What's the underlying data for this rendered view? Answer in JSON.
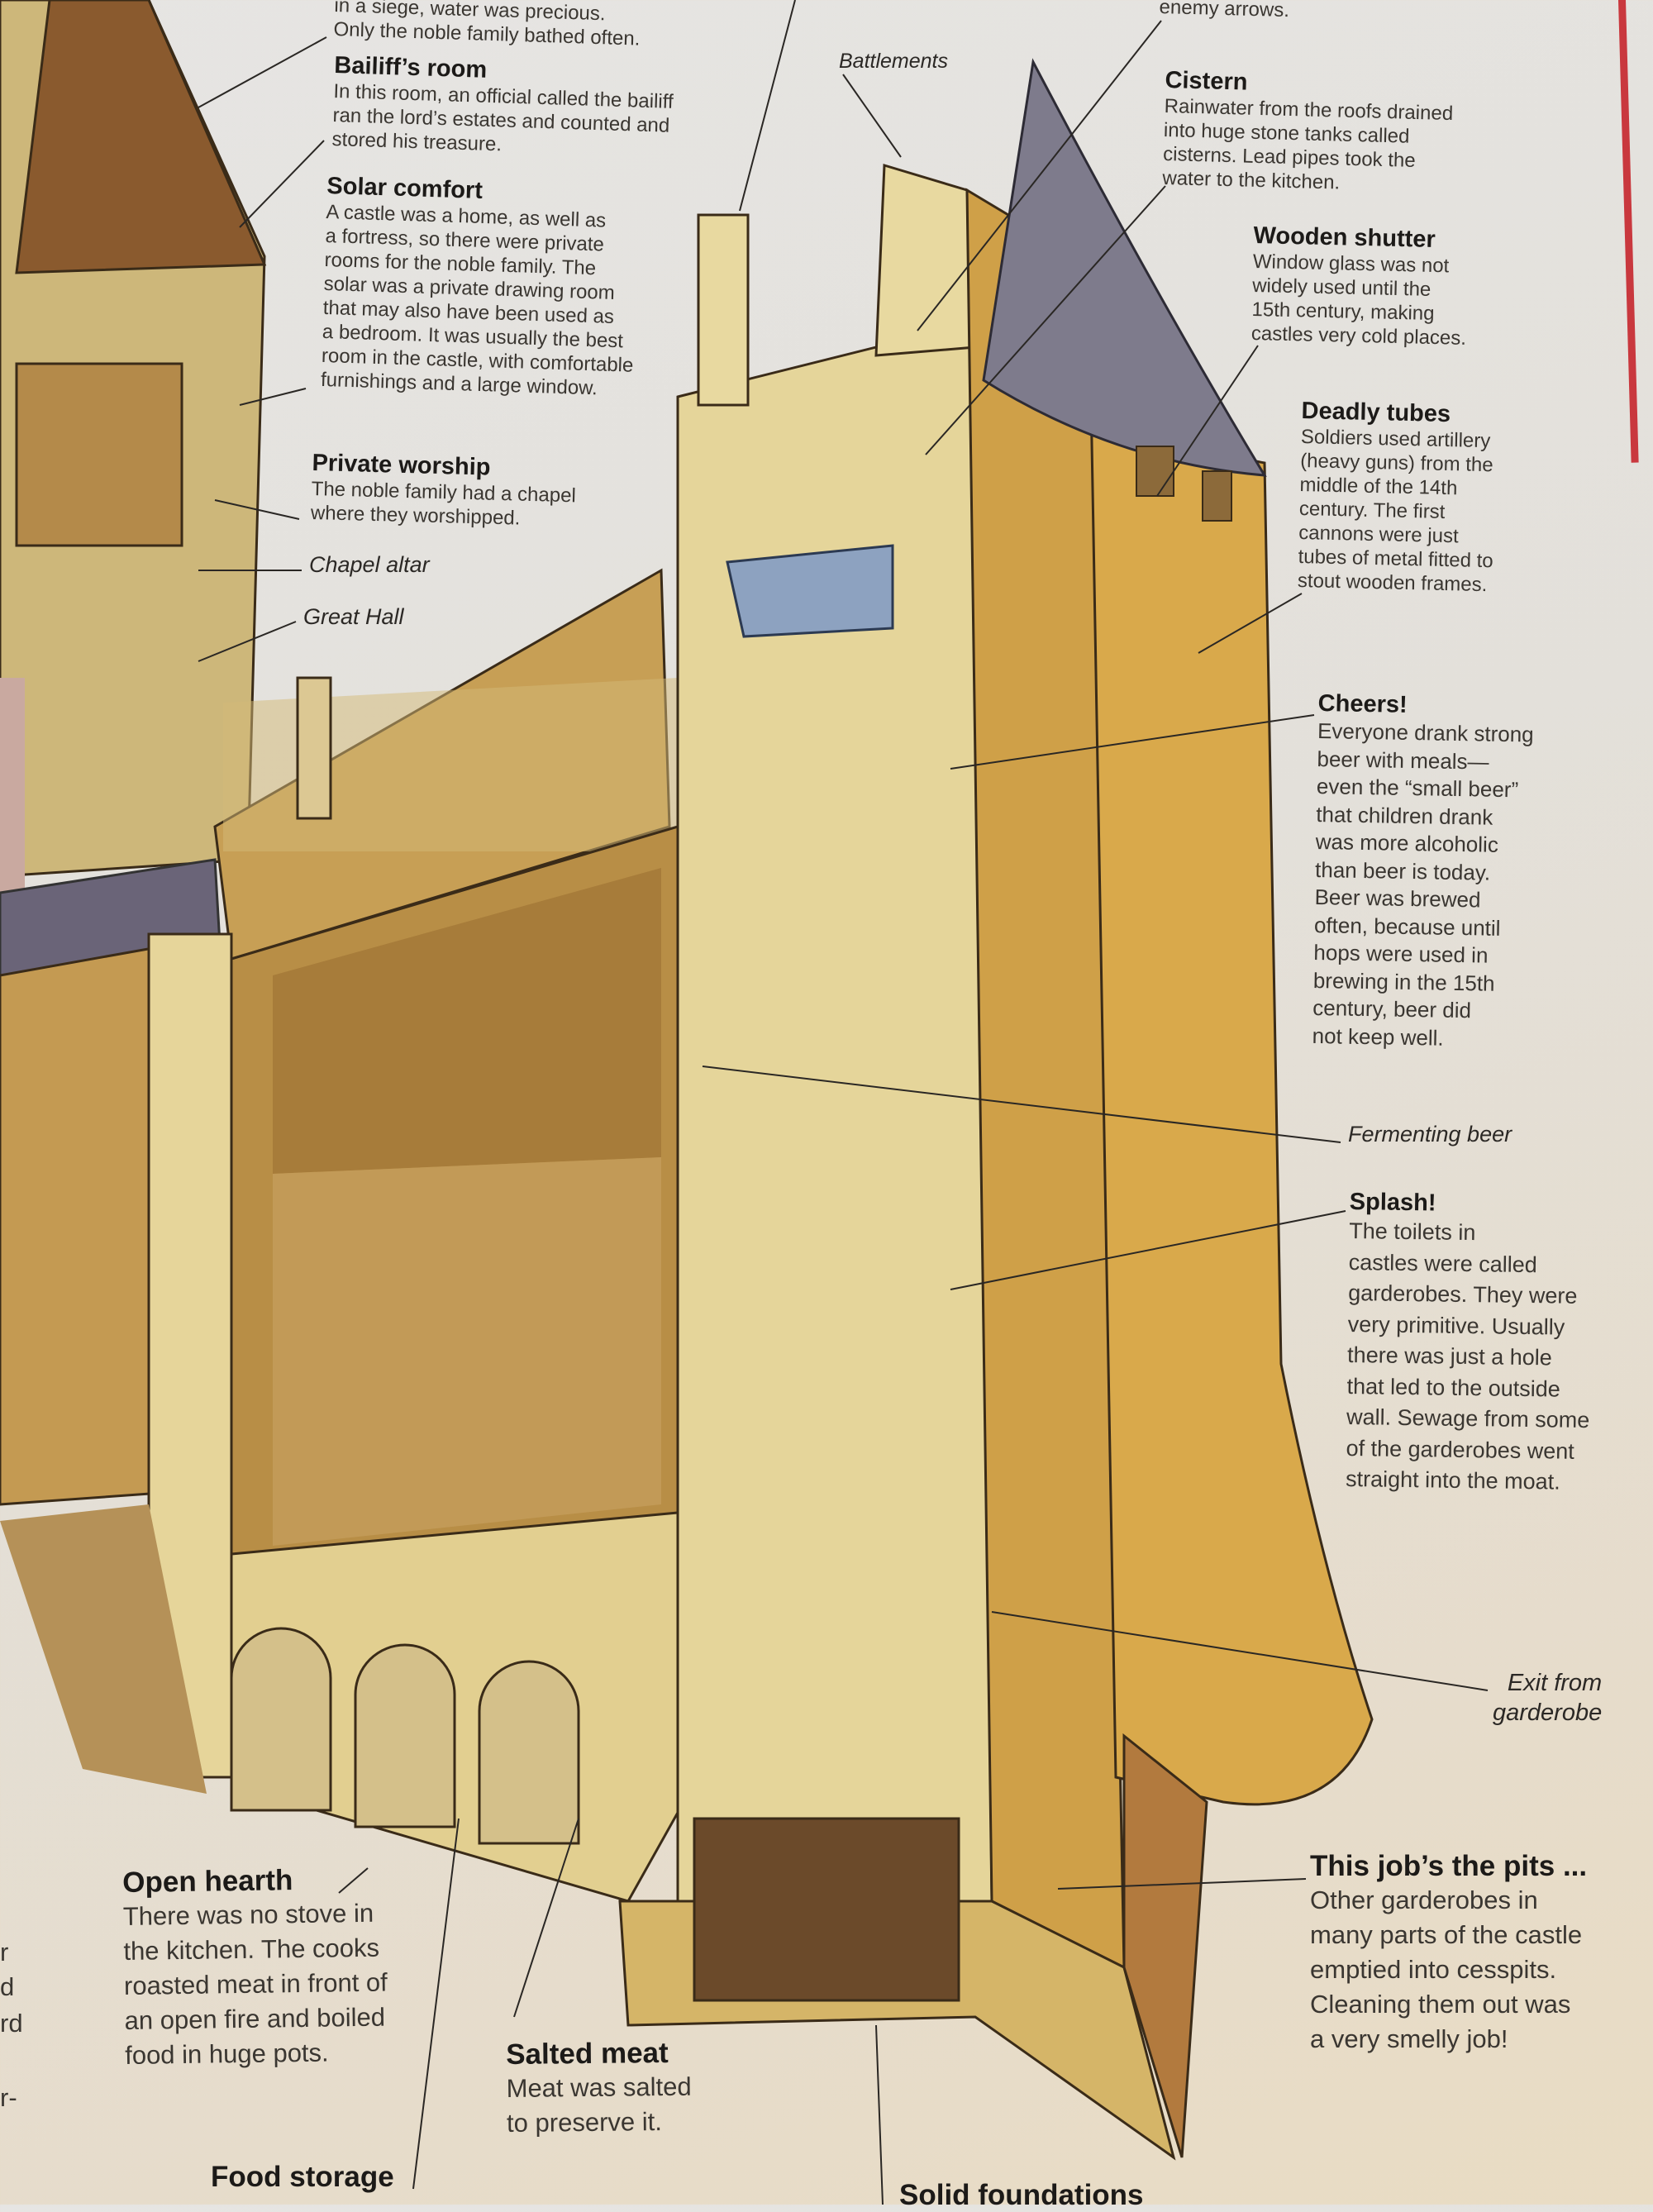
{
  "top_fragment": {
    "line1": "in a siege, water was precious.",
    "line2": "Only the noble family bathed often."
  },
  "annotations": {
    "bailiff": {
      "heading": "Bailiff’s room",
      "body": "In this room, an official called the bailiff\nran the lord’s estates and counted and\nstored his treasure."
    },
    "solar": {
      "heading": "Solar comfort",
      "body": "A castle was a home, as well as\na fortress, so there were private\nrooms for the noble family. The\nsolar was a private drawing room\nthat may also have been used as\na bedroom. It was usually the best\nroom in the castle, with comfortable\nfurnishings and a large window."
    },
    "worship": {
      "heading": "Private worship",
      "body": "The noble family had a chapel\nwhere they worshipped."
    },
    "cistern": {
      "heading": "Cistern",
      "body": "Rainwater from the roofs drained\ninto huge stone tanks called\ncisterns. Lead pipes took the\nwater to the kitchen."
    },
    "shutter": {
      "heading": "Wooden shutter",
      "body": "Window glass was not\nwidely used until the\n15th century, making\ncastles very cold places."
    },
    "tubes": {
      "heading": "Deadly tubes",
      "body": "Soldiers used artillery\n(heavy guns) from the\nmiddle of the 14th\ncentury. The first\ncannons were just\ntubes of metal fitted to\nstout wooden frames."
    },
    "cheers": {
      "heading": "Cheers!",
      "body": "Everyone drank strong\nbeer with meals—\neven the “small beer”\nthat children drank\nwas more alcoholic\nthan beer is today.\nBeer was brewed\noften, because until\nhops were used in\nbrewing in the 15th\ncentury, beer did\nnot keep well."
    },
    "splash": {
      "heading": "Splash!",
      "body": "The toilets in\ncastles were called\ngarderobes. They were\nvery primitive. Usually\nthere was just a hole\nthat led to the outside\nwall. Sewage from some\nof the garderobes went\nstraight into the moat."
    },
    "pits": {
      "heading": "This job’s the pits ...",
      "body": "Other garderobes in\nmany parts of the castle\nemptied into cesspits.\nCleaning them out was\na very smelly job!"
    },
    "hearth": {
      "heading": "Open hearth",
      "body": "There was no stove in\nthe kitchen. The cooks\nroasted meat in front of\nan open fire and boiled\nfood in huge pots."
    },
    "salted": {
      "heading": "Salted meat",
      "body": "Meat was salted\nto preserve it."
    },
    "food_storage": {
      "heading": "Food storage"
    },
    "foundations": {
      "heading": "Solid foundations"
    },
    "arrows_fragment": {
      "body": "enemy arrows."
    }
  },
  "labels": {
    "battlements": "Battlements",
    "chapel_altar": "Chapel altar",
    "great_hall": "Great Hall",
    "fermenting_beer": "Fermenting beer",
    "exit_garderobe": "Exit from\ngarderobe"
  },
  "left_fragments": [
    "r",
    "d",
    "rd",
    "r-"
  ],
  "colors": {
    "page": "#e4e1dc",
    "stone": "#e3d08c",
    "tower": "#d8a748",
    "roof": "#7e7b8c",
    "accent_red": "#c9383e"
  }
}
